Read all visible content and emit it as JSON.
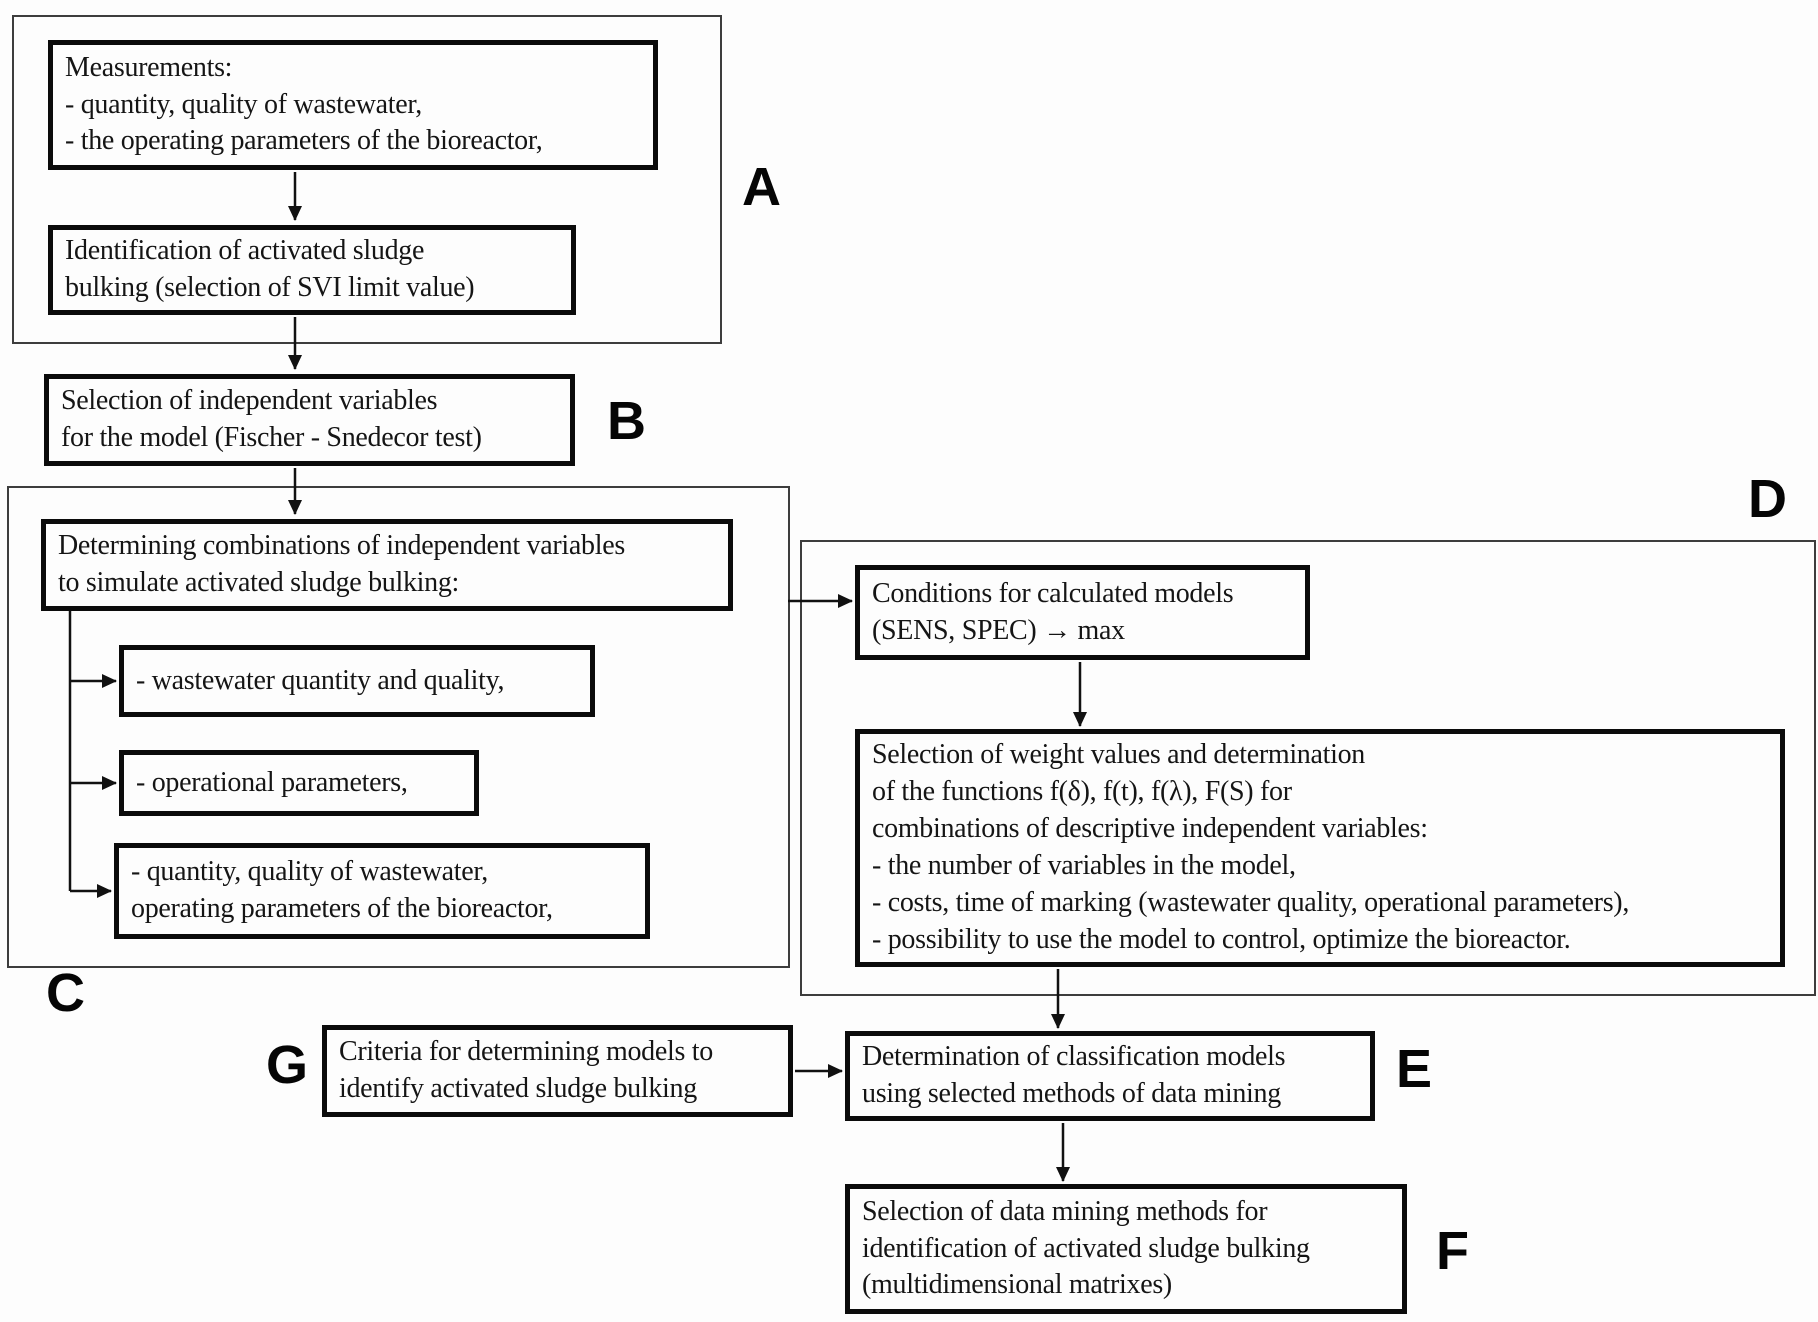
{
  "diagram": {
    "title_hint": "Flowchart of activated sludge bulking modelling procedure",
    "nodes": {
      "measurements": {
        "text": "Measurements:\n- quantity, quality of wastewater,\n- the operating parameters of the bioreactor,"
      },
      "identification": {
        "text": "Identification of activated sludge\nbulking (selection of SVI limit value)"
      },
      "variable_selection": {
        "text": "Selection of independent variables\nfor the model (Fischer - Snedecor test)"
      },
      "combinations": {
        "text": "Determining combinations of independent variables\nto simulate activated sludge bulking:"
      },
      "wastewater_quantity_quality": {
        "text": "- wastewater quantity and quality,"
      },
      "operational_parameters": {
        "text": "- operational parameters,"
      },
      "quantity_quality_operating": {
        "text": "- quantity, quality of wastewater,\noperating parameters of the bioreactor,"
      },
      "model_conditions": {
        "text": "Conditions for calculated models\n(SENS, SPEC) → max"
      },
      "weight_values": {
        "text": "Selection of weight values and determination\nof the functions f(δ), f(t), f(λ), F(S) for\ncombinations of descriptive independent variables:\n- the number of variables in the model,\n- costs, time of marking (wastewater quality, operational parameters),\n- possibility to use the model to control, optimize the bioreactor."
      },
      "criteria": {
        "text": "Criteria for determining models to\nidentify activated sludge bulking"
      },
      "classification_models": {
        "text": "Determination of classification models\nusing selected methods of data mining"
      },
      "data_mining_methods": {
        "text": "Selection of data mining methods for\nidentification of activated sludge bulking\n(multidimensional matrixes)"
      }
    },
    "labels": {
      "a": "A",
      "b": "B",
      "c": "C",
      "d": "D",
      "e": "E",
      "f": "F",
      "g": "G"
    }
  },
  "colors": {
    "background": "#fdfdfd",
    "node_border": "#0b0b0b",
    "group_border": "#3d3d3d",
    "arrow": "#111111",
    "text": "#151515"
  }
}
